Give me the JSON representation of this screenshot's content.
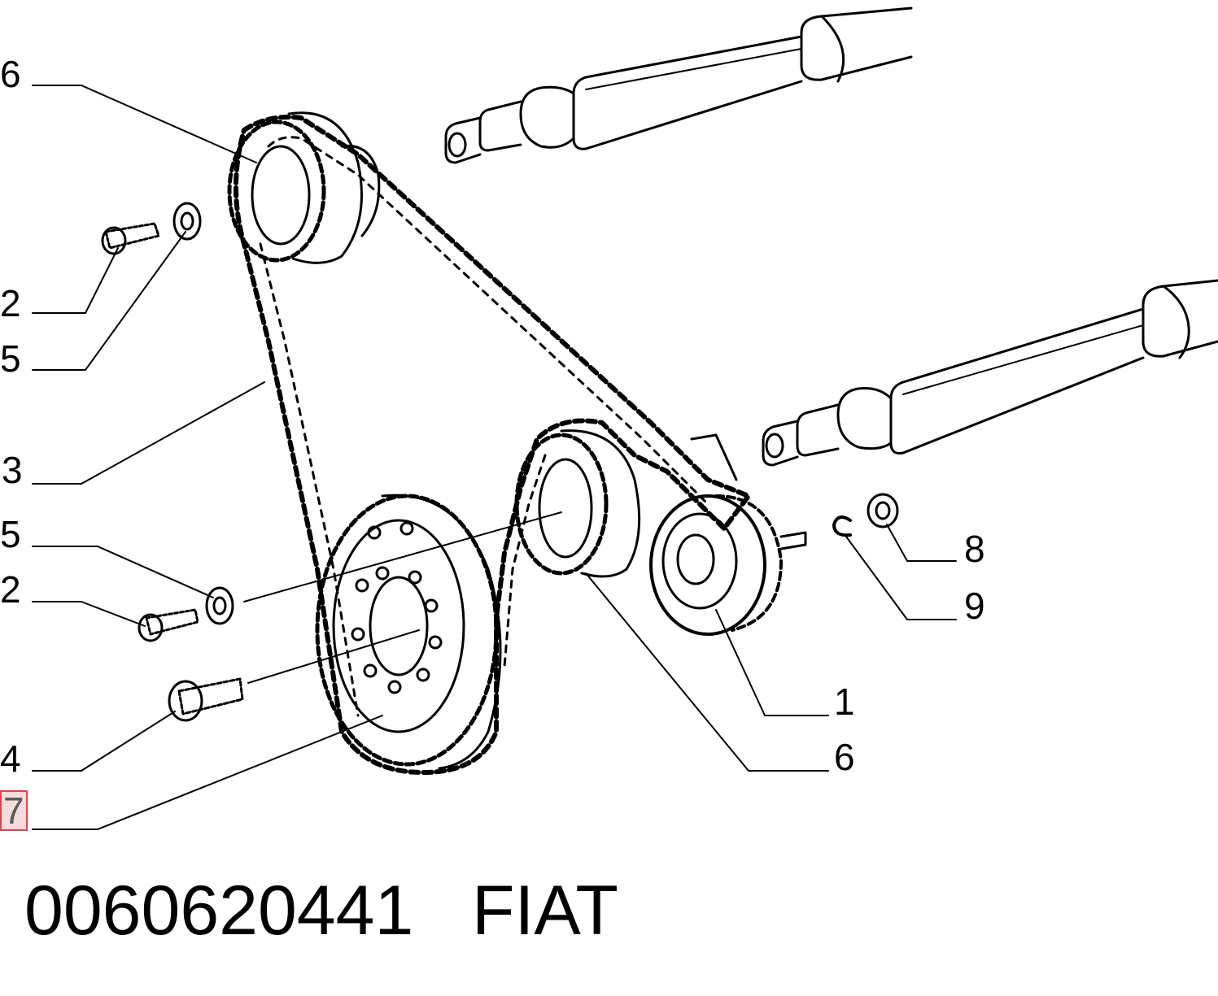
{
  "callouts": [
    {
      "id": "c6a",
      "text": "6"
    },
    {
      "id": "c2a",
      "text": "2"
    },
    {
      "id": "c5a",
      "text": "5"
    },
    {
      "id": "c3",
      "text": "3"
    },
    {
      "id": "c5b",
      "text": "5"
    },
    {
      "id": "c2b",
      "text": "2"
    },
    {
      "id": "c4",
      "text": "4"
    },
    {
      "id": "c7",
      "text": "7"
    },
    {
      "id": "c8",
      "text": "8"
    },
    {
      "id": "c9",
      "text": "9"
    },
    {
      "id": "c1",
      "text": "1"
    },
    {
      "id": "c6b",
      "text": "6"
    }
  ],
  "caption": {
    "part_number": "0060620441",
    "brand": "FIAT"
  },
  "colors": {
    "ink": "#000000",
    "highlight_border": "#d9454f",
    "highlight_fill": "#e05a64"
  }
}
